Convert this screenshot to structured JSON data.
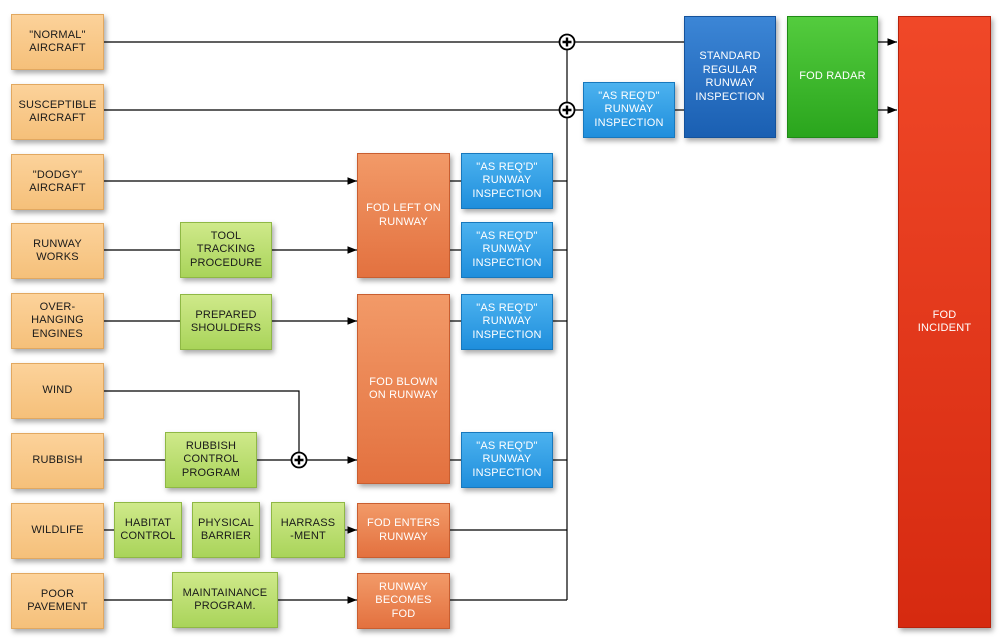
{
  "sources": {
    "normal": "\"NORMAL\"\nAIRCRAFT",
    "susceptible": "SUSCEPTIBLE\nAIRCRAFT",
    "dodgy": "\"DODGY\"\nAIRCRAFT",
    "works": "RUNWAY\nWORKS",
    "engines": "OVER-\nHANGING\nENGINES",
    "wind": "WIND",
    "rubbish": "RUBBISH",
    "wildlife": "WILDLIFE",
    "pavement": "POOR\nPAVEMENT"
  },
  "controls": {
    "tool_tracking": "TOOL\nTRACKING\nPROCEDURE",
    "shoulders": "PREPARED\nSHOULDERS",
    "rubbish_program": "RUBBISH\nCONTROL\nPROGRAM",
    "habitat": "HABITAT\nCONTROL",
    "barrier": "PHYSICAL\nBARRIER",
    "harrass": "HARRASS\n-MENT",
    "maintenance": "MAINTAINANCE\nPROGRAM."
  },
  "events": {
    "fod_left": "FOD LEFT ON\nRUNWAY",
    "fod_blown": "FOD BLOWN\nON RUNWAY",
    "fod_enters": "FOD ENTERS\nRUNWAY",
    "runway_fod": "RUNWAY\nBECOMES\nFOD"
  },
  "inspections": {
    "as_reqd_1": "\"AS REQ'D\"\nRUNWAY\nINSPECTION",
    "as_reqd_2": "\"AS REQ'D\"\nRUNWAY\nINSPECTION",
    "as_reqd_3": "\"AS REQ'D\"\nRUNWAY\nINSPECTION",
    "as_reqd_4": "\"AS REQ'D\"\nRUNWAY\nINSPECTION",
    "as_reqd_top": "\"AS REQ'D\"\nRUNWAY\nINSPECTION",
    "standard": "STANDARD\nREGULAR\nRUNWAY\nINSPECTION"
  },
  "radar": "FOD RADAR",
  "incident": "FOD\nINCIDENT",
  "colors": {
    "source": "#f7c47f",
    "control": "#b8dc6a",
    "event": "#ea7f4c",
    "inspection": "#2f9fe6",
    "standard": "#2470c4",
    "radar": "#3cb82a",
    "incident": "#e2361a",
    "line": "#000000"
  },
  "icons": {
    "junction": "plus-circle-icon"
  }
}
